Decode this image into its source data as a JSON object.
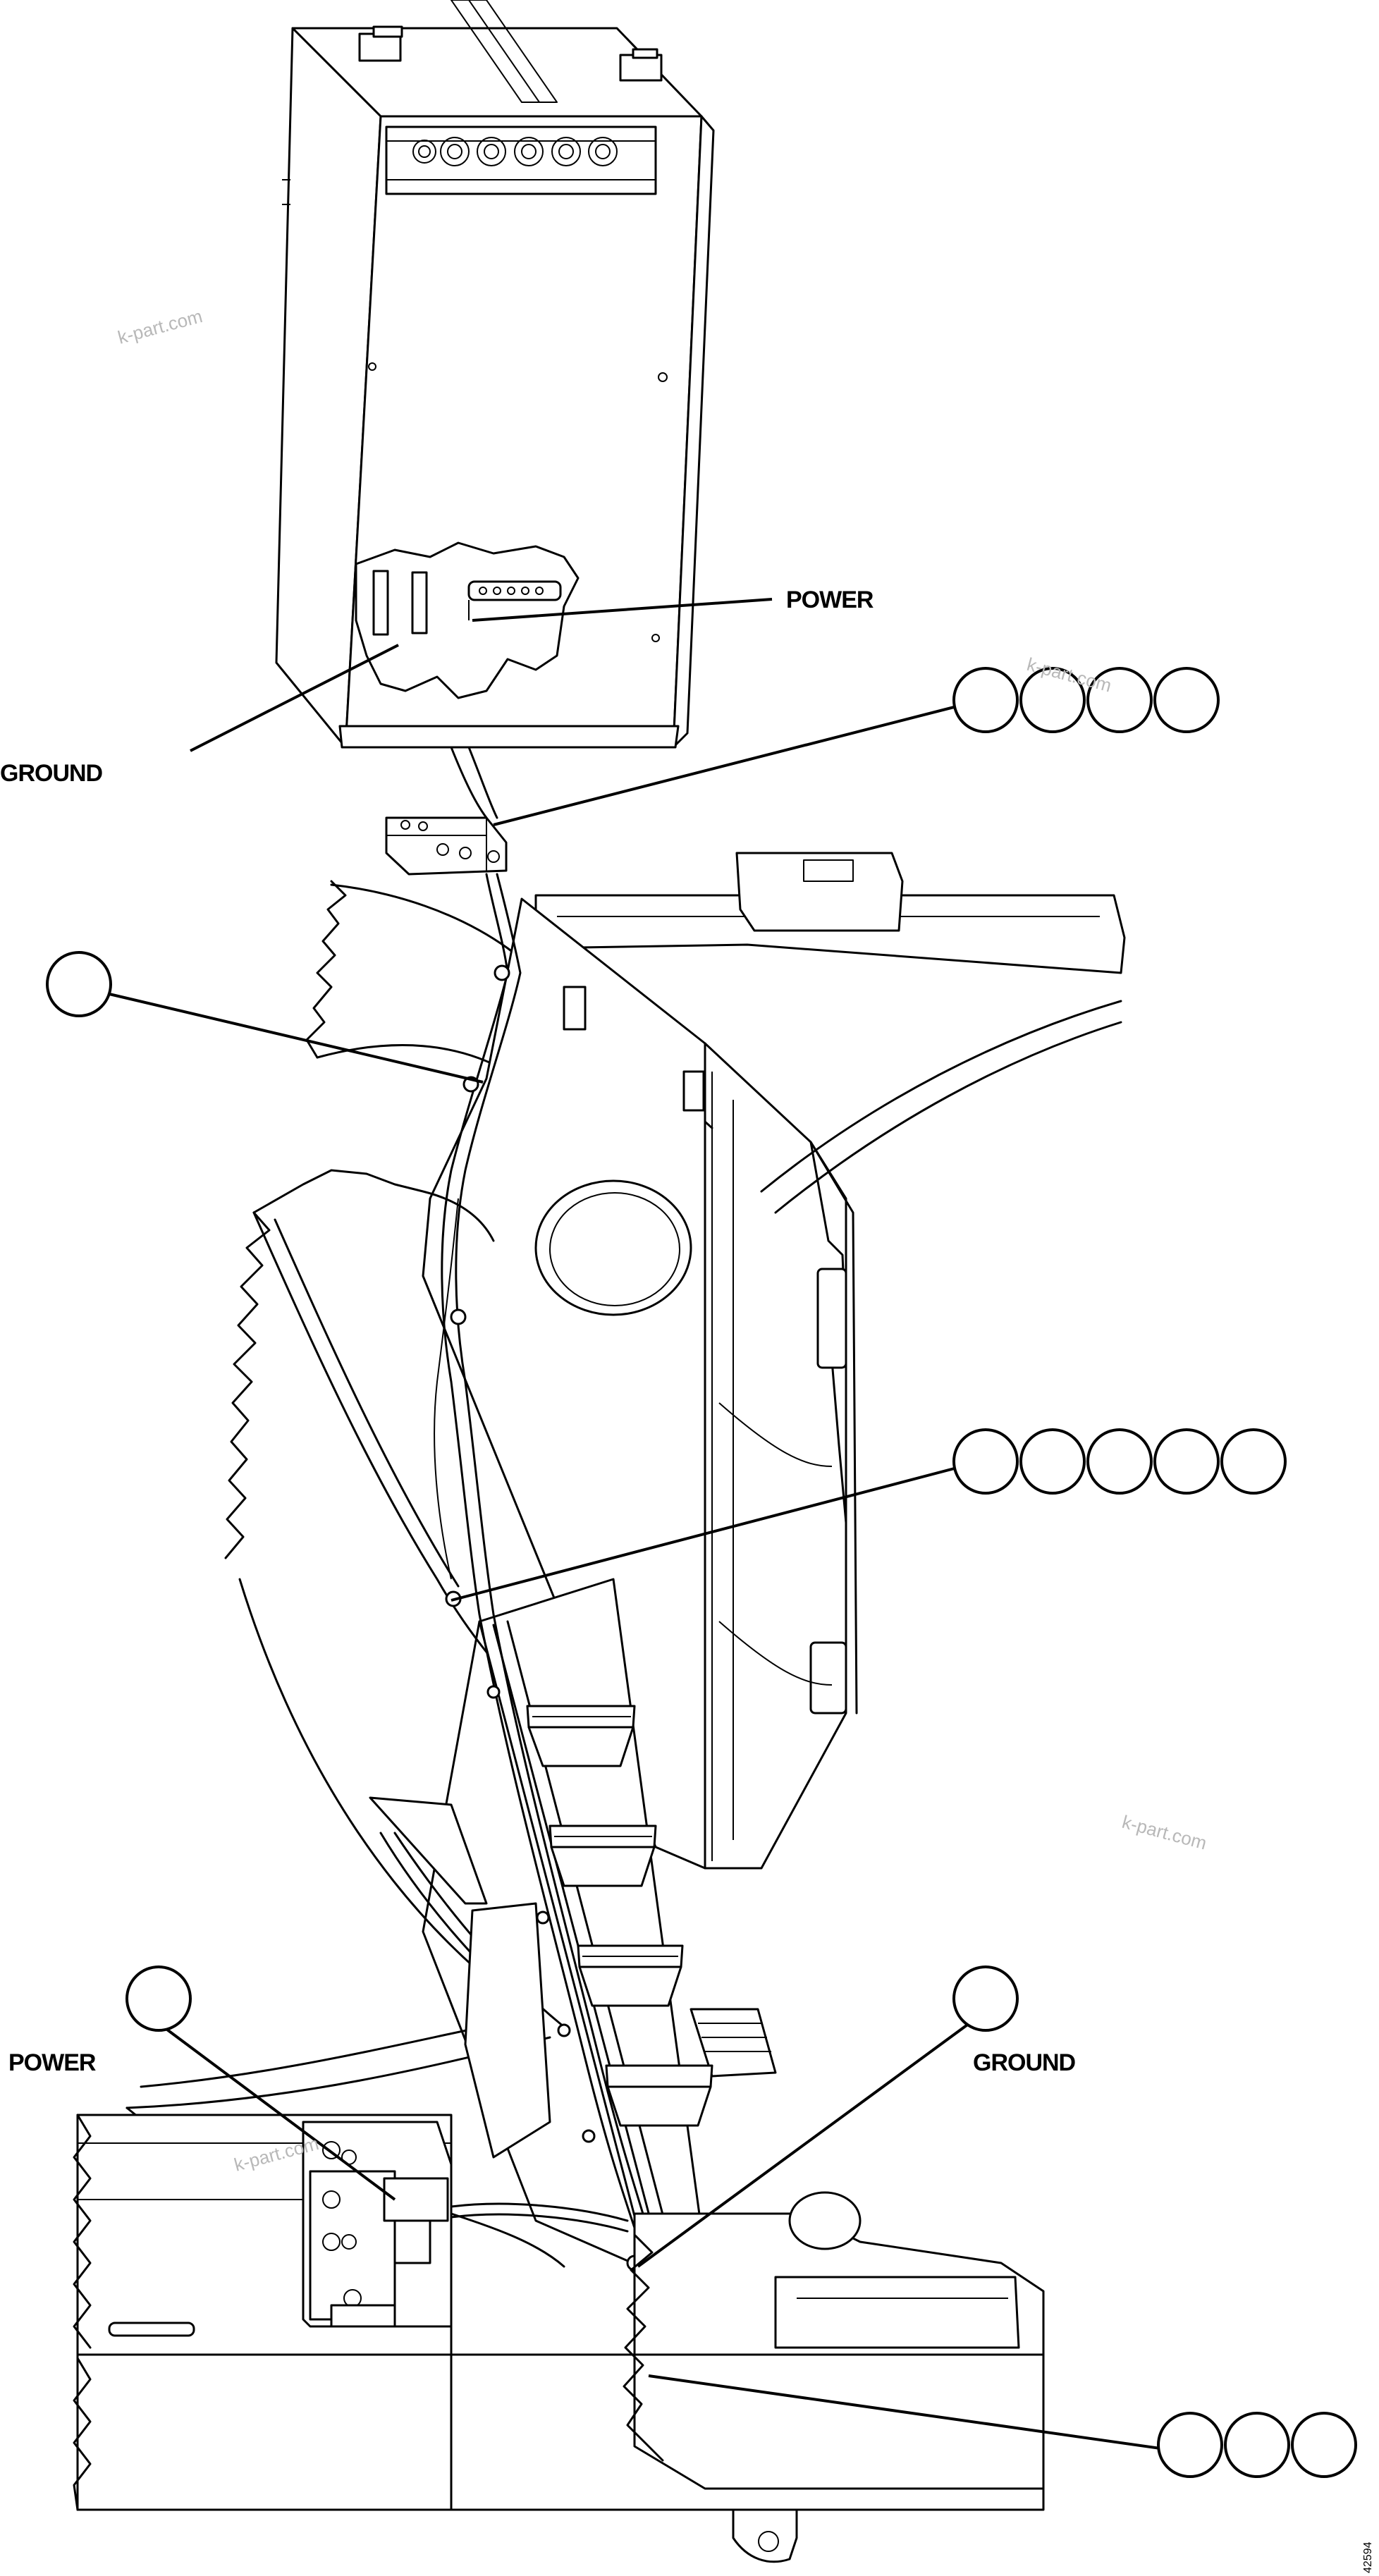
{
  "labels": {
    "power_top": "POWER",
    "ground_top": "GROUND",
    "power_bottom": "POWER",
    "ground_bottom": "GROUND"
  },
  "watermarks": [
    "k-part.com",
    "k-part.com",
    "k-part.com",
    "k-part.com"
  ],
  "drawing_number": "42594",
  "callout_groups": [
    {
      "name": "callout-group-1",
      "bubbles": 4
    },
    {
      "name": "callout-group-2",
      "bubbles": 1
    },
    {
      "name": "callout-group-3",
      "bubbles": 5
    },
    {
      "name": "callout-group-4",
      "bubbles": 1
    },
    {
      "name": "callout-group-5",
      "bubbles": 1
    },
    {
      "name": "callout-group-6",
      "bubbles": 3
    }
  ]
}
